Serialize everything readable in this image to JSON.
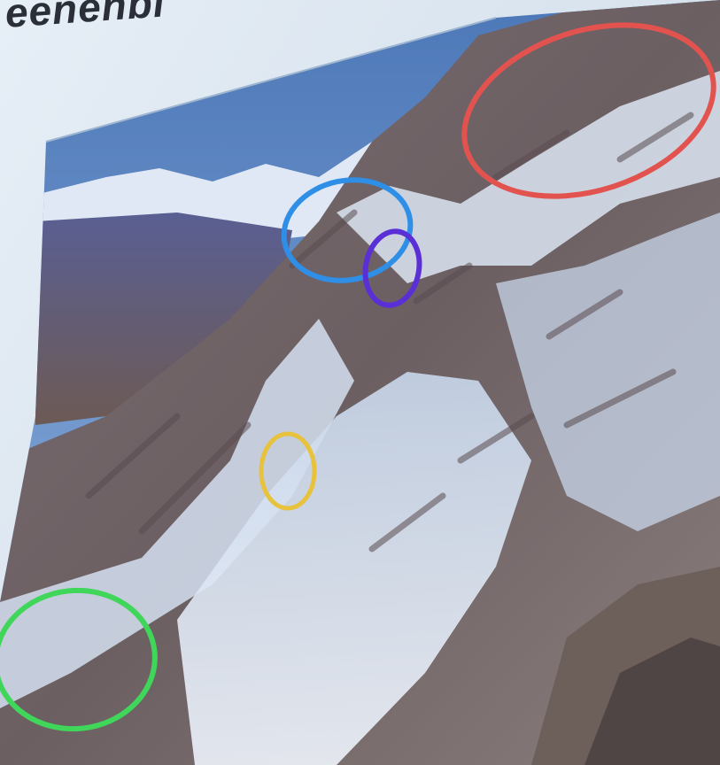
{
  "slide": {
    "title_fragment": "eenenbl"
  },
  "photo": {
    "subject": "snow-covered-mountain-face",
    "annotations": [
      {
        "name": "red-ellipse",
        "color": "#e2534f"
      },
      {
        "name": "blue-ellipse",
        "color": "#2f8fe6"
      },
      {
        "name": "purple-ellipse",
        "color": "#5b2fd6"
      },
      {
        "name": "yellow-ellipse",
        "color": "#e7c23a"
      },
      {
        "name": "green-ellipse",
        "color": "#3fd65a"
      }
    ]
  }
}
